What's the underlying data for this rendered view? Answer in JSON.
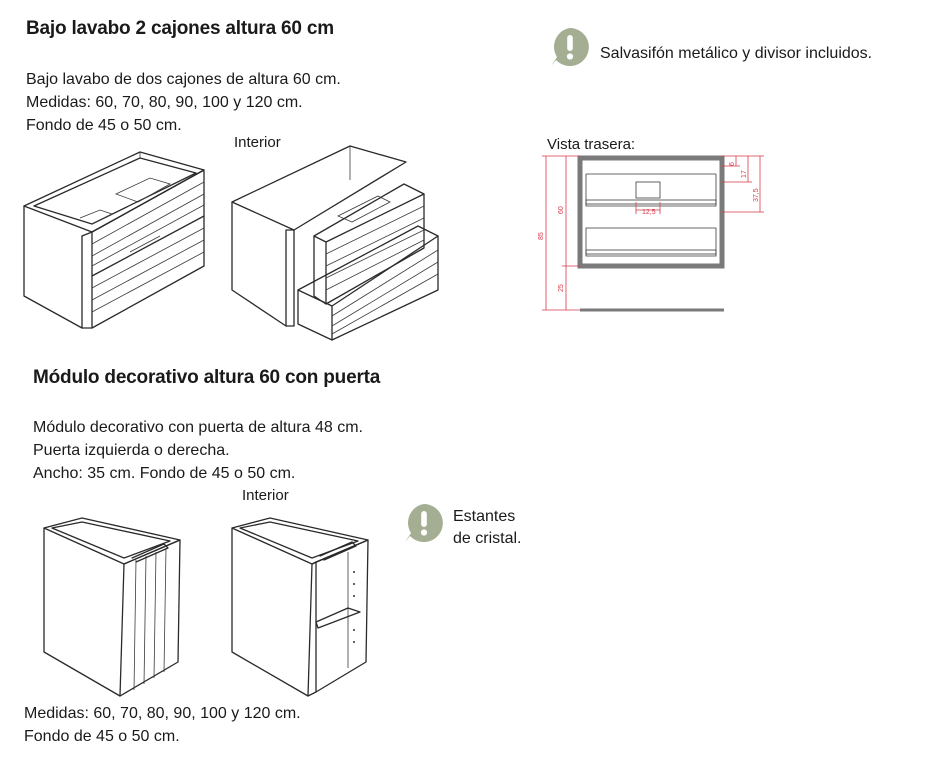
{
  "section1": {
    "title": "Bajo lavabo 2 cajones altura 60 cm",
    "lines": [
      "Bajo lavabo de dos cajones de altura 60 cm.",
      "Medidas: 60, 70, 80, 90, 100 y 120 cm.",
      "Fondo de 45 o 50 cm."
    ],
    "interior_label": "Interior",
    "note": "Salvasifón metálico y divisor incluidos.",
    "rear_view_label": "Vista trasera:",
    "dimensions": {
      "total_height": "85",
      "body_height": "60",
      "leg_height": "25",
      "top_gap": "6",
      "siphon_height": "17",
      "mid_height": "37,5",
      "siphon_width": "12,5"
    }
  },
  "section2": {
    "title": "Módulo decorativo altura 60 con puerta",
    "lines": [
      "Módulo decorativo con puerta de altura 48 cm.",
      "Puerta izquierda o derecha.",
      "Ancho: 35 cm. Fondo de 45 o 50 cm."
    ],
    "interior_label": "Interior",
    "note_lines": [
      "Estantes",
      "de cristal."
    ],
    "bottom_lines": [
      "Medidas: 60, 70, 80, 90, 100 y 120 cm.",
      "Fondo de 45 o 50 cm."
    ]
  },
  "icons": {
    "warning": "exclamation-icon",
    "badge_color": "#a3ae92"
  }
}
